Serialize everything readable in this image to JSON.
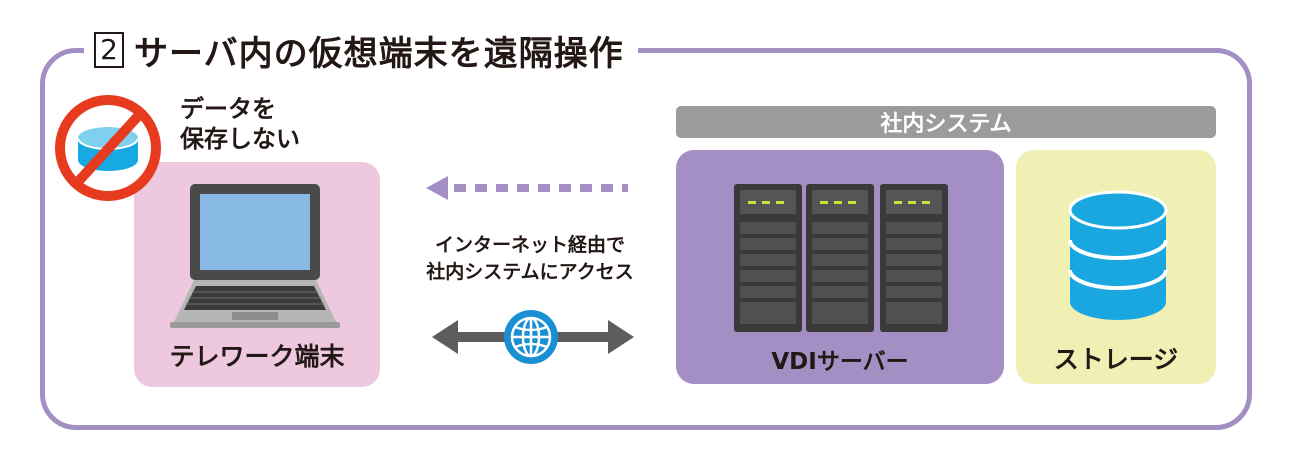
{
  "title": {
    "number": "2",
    "text": "サーバ内の仮想端末を遠隔操作"
  },
  "no_data_label": [
    "データを",
    "保存しない"
  ],
  "telework_label": "テレワーク端末",
  "middle_label": [
    "インターネット経由で",
    "社内システムにアクセス"
  ],
  "system_label": "社内システム",
  "vdi_label": "VDIサーバー",
  "storage_label": "ストレージ",
  "colors": {
    "frame": "#a48fc4",
    "pink_panel": "#edc8de",
    "vdi_panel": "#a48fc4",
    "storage_panel": "#f0f0b4",
    "system_bar": "#9b9b9b",
    "prohibit_red": "#e63b1f",
    "disk_blue": "#17a9e1",
    "arrow_gray": "#5d5d5d",
    "dotted_arrow": "#a48fc4"
  },
  "icons": [
    "prohibited-database-icon",
    "laptop-icon",
    "dotted-left-arrow-icon",
    "double-arrow-icon",
    "globe-icon",
    "server-rack-icon",
    "storage-database-icon"
  ]
}
